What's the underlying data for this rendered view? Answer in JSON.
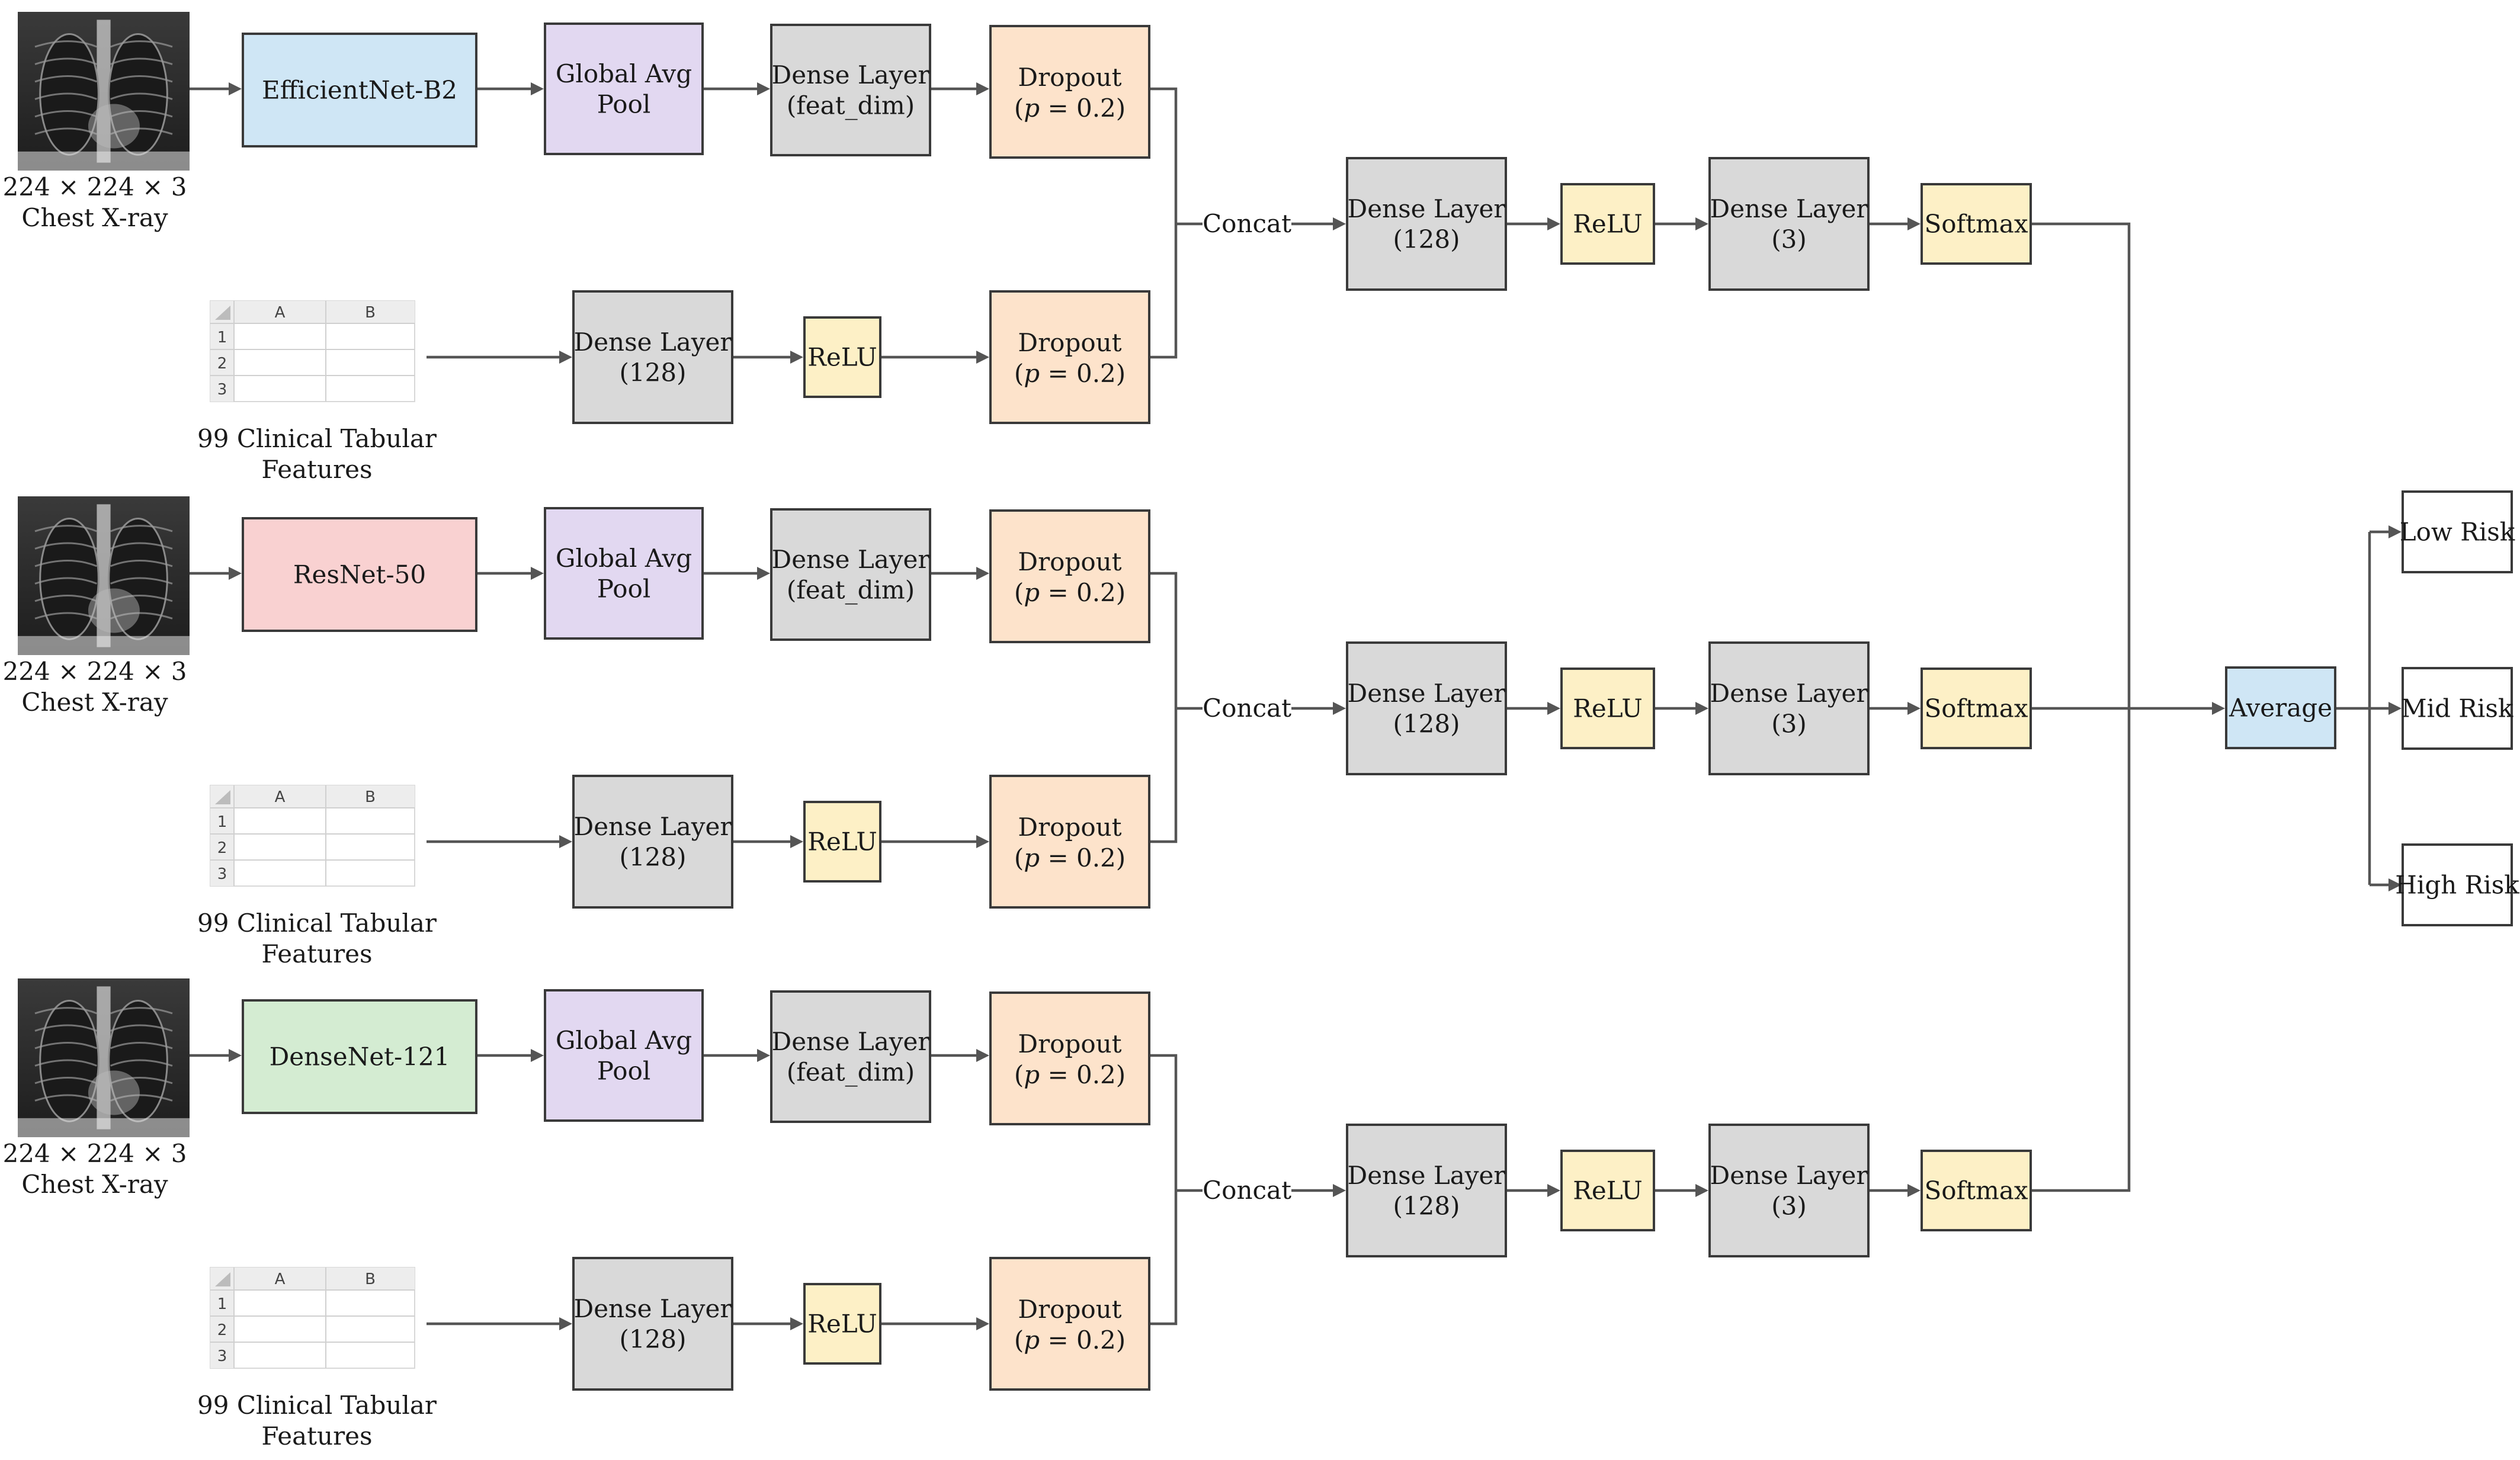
{
  "colors": {
    "backbone_blue": "#cfe6f5",
    "backbone_red": "#f9d1d1",
    "backbone_green": "#d4ecd2",
    "pool": "#e2d8f1",
    "dense": "#d9d9d9",
    "dropout": "#fde3cb",
    "relu": "#fdf0c6",
    "softmax": "#fdf0c6",
    "average": "#cfe6f5",
    "output": "#ffffff",
    "arrow": "#555555"
  },
  "icons": {
    "xray": "chest-xray-image",
    "sheet": "spreadsheet-icon"
  },
  "labels": {
    "xray_caption": [
      "224 × 224 × 3",
      "Chest X-ray"
    ],
    "tabular_caption": [
      "99 Clinical Tabular",
      "Features"
    ],
    "sheet_cols": [
      "A",
      "B"
    ],
    "sheet_rows": [
      "1",
      "2",
      "3"
    ],
    "pool": [
      "Global Avg",
      "Pool"
    ],
    "dense_feat": [
      "Dense Layer",
      "(feat_dim)"
    ],
    "dropout": [
      "Dropout"
    ],
    "dropout_p": [
      "(",
      "p",
      " = 0.2)"
    ],
    "dense128": [
      "Dense Layer",
      "(128)"
    ],
    "dense3": [
      "Dense Layer",
      "(3)"
    ],
    "relu": "ReLU",
    "concat": "Concat",
    "softmax": "Softmax",
    "average": "Average"
  },
  "branches": [
    {
      "backbone": "EfficientNet-B2",
      "color_key": "backbone_blue"
    },
    {
      "backbone": "ResNet-50",
      "color_key": "backbone_red"
    },
    {
      "backbone": "DenseNet-121",
      "color_key": "backbone_green"
    }
  ],
  "outputs": [
    "Low Risk",
    "Mid Risk",
    "High Risk"
  ]
}
